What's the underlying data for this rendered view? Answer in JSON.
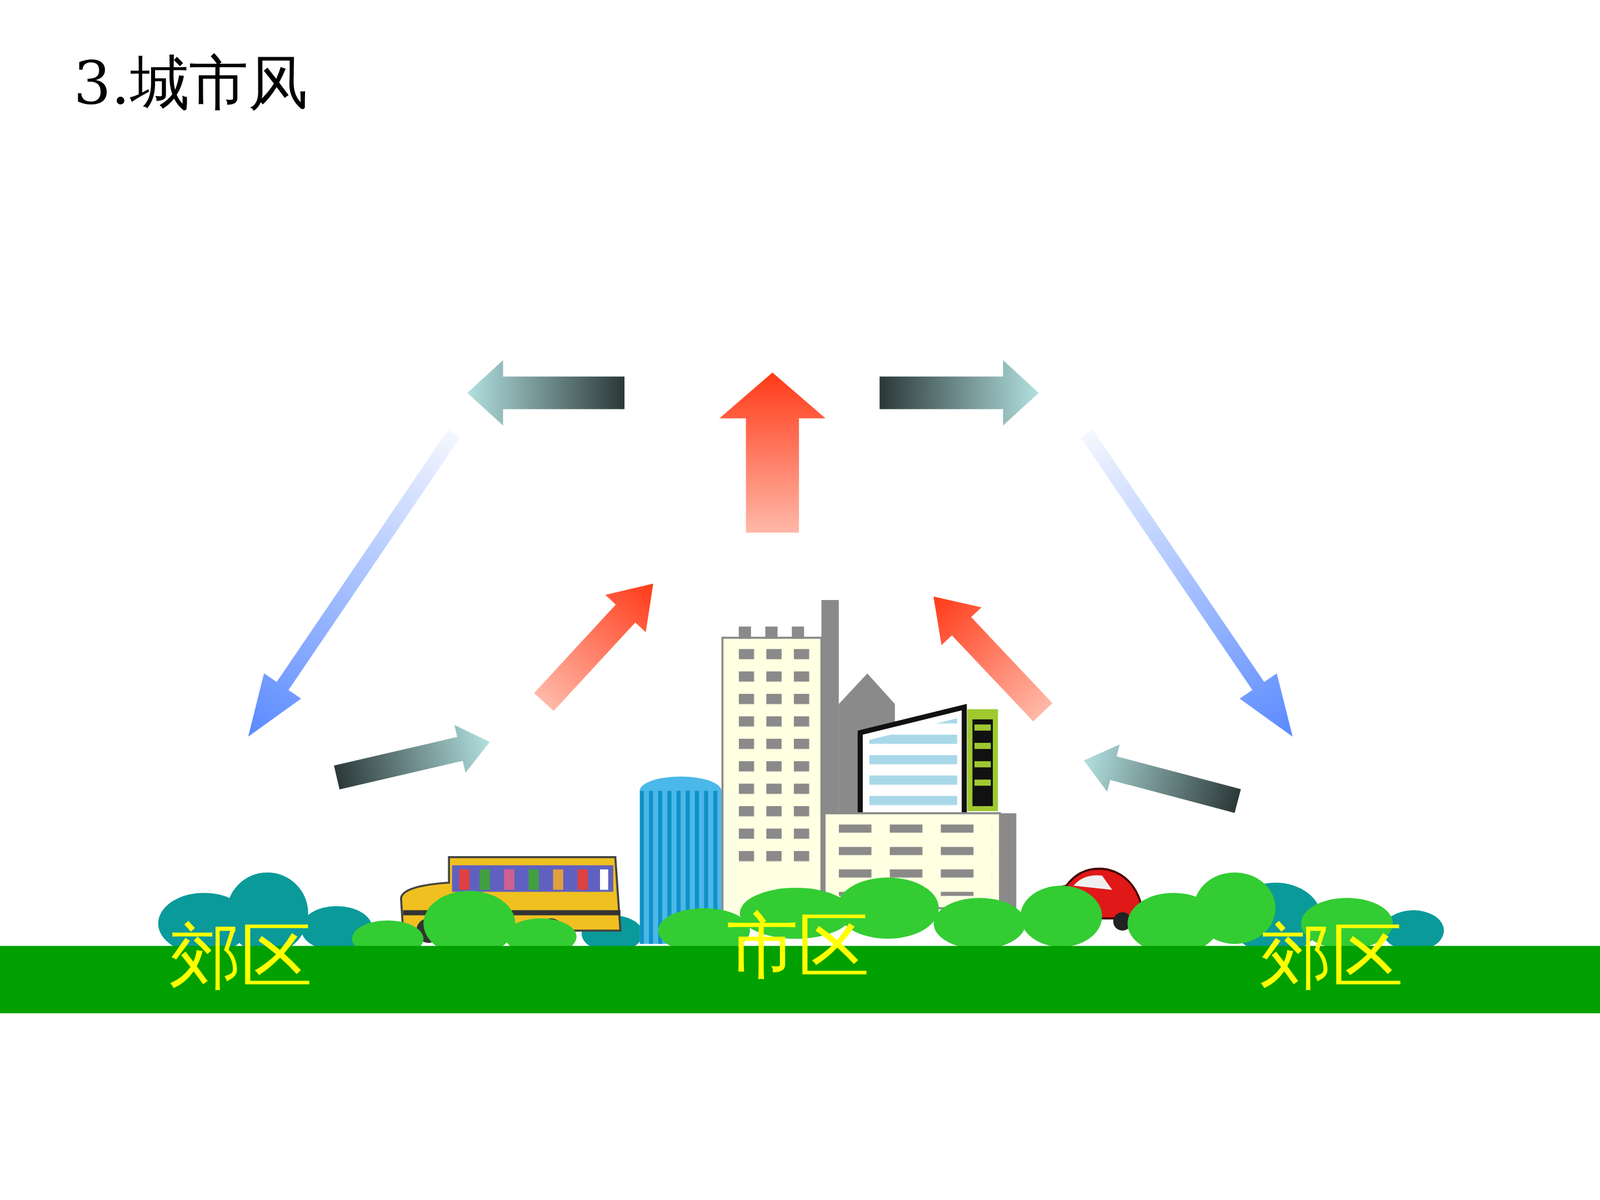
{
  "diagram": {
    "title": "3.城市风",
    "labels": [
      "郊区",
      "市区",
      "郊区"
    ]
  }
}
